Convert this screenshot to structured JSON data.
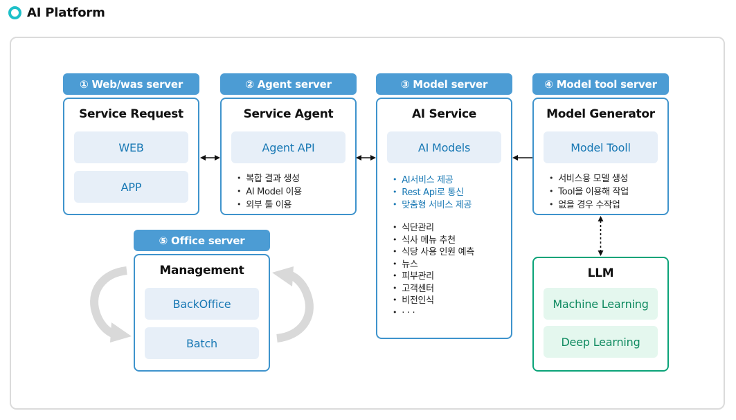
{
  "page": {
    "title": "AI Platform"
  },
  "colors": {
    "accent_teal": "#1EC0C9",
    "header_blue": "#4C9CD4",
    "border_blue": "#3E93CC",
    "chip_blue_bg": "#E7EFF8",
    "text_blue": "#1878B4",
    "border_green": "#0AA378",
    "chip_green_bg": "#E4F7EE",
    "text_green": "#0F8A60",
    "arrow_gray": "#D9D9D9",
    "panel_border": "#DBDBDB"
  },
  "icons": {
    "brand": "ring-circle-icon",
    "h_double_arrow": "left-right-arrow",
    "h_left_arrow": "left-arrow",
    "v_dotted_arrow": "up-down-dotted-arrow",
    "cycle_arrow": "curved-cycle-arrow"
  },
  "boxes": {
    "web_was": {
      "header": "① Web/was server",
      "title": "Service Request",
      "chip1": "WEB",
      "chip2": "APP"
    },
    "agent": {
      "header": "② Agent server",
      "title": "Service Agent",
      "chip1": "Agent API",
      "bullets": [
        "복합 결과 생성",
        "AI Model 이용",
        "외부 툴 이용"
      ]
    },
    "model": {
      "header": "③ Model server",
      "title": "AI Service",
      "chip1": "AI Models",
      "blue_bullets": [
        "AI서비스 제공",
        "Rest Api로 통신",
        "맞춤형 서비스 제공"
      ],
      "bullets": [
        "식단관리",
        "식사 메뉴 추천",
        "식당 사용 인원 예측",
        "뉴스",
        "피부관리",
        "고객센터",
        "비전인식",
        "· · ·"
      ]
    },
    "model_tool": {
      "header": "④ Model tool server",
      "title": "Model  Generator",
      "chip1": "Model Tooll",
      "bullets": [
        "서비스용 모델 생성",
        "Tool을 이용해 작업",
        "없을 경우 수작업"
      ]
    },
    "office": {
      "header": "⑤ Office server",
      "title": "Management",
      "chip1": "BackOffice",
      "chip2": "Batch"
    },
    "llm": {
      "title": "LLM",
      "chip1": "Machine Learning",
      "chip2": "Deep Learning"
    }
  }
}
